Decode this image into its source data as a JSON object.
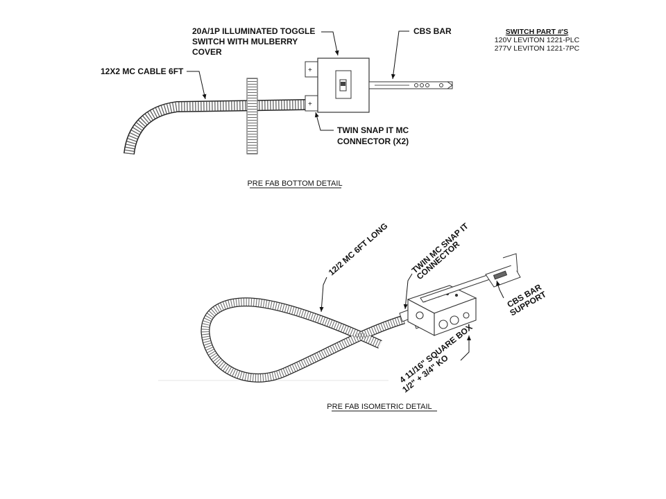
{
  "labels": {
    "switch_line1": "20A/1P ILLUMINATED TOGGLE",
    "switch_line2": "SWITCH WITH MULBERRY",
    "switch_line3": "COVER",
    "cbs_bar": "CBS BAR",
    "mc_cable": "12X2 MC CABLE 6FT",
    "twin_snap_line1": "TWIN SNAP IT MC",
    "twin_snap_line2": "CONNECTOR (X2)"
  },
  "switch_parts": {
    "title": "SWITCH PART #'S",
    "lines": [
      "120V LEVITON 1221-PLC",
      "277V LEVITON 1221-7PC"
    ]
  },
  "captions": {
    "bottom_detail": "PRE FAB BOTTOM DETAIL",
    "iso_detail": "PRE FAB ISOMETRIC DETAIL"
  },
  "iso_labels": {
    "mc_long": "12/2 MC 6FT LONG",
    "twin_mc_line1": "TWIN MC SNAP IT",
    "twin_mc_line2": "CONNECTOR",
    "cbs_support_line1": "CBS BAR",
    "cbs_support_line2": "SUPPORT",
    "square_box_line1": "4 11/16\" SQUARE BOX",
    "square_box_line2": "1/2\" + 3/4\" KO"
  }
}
